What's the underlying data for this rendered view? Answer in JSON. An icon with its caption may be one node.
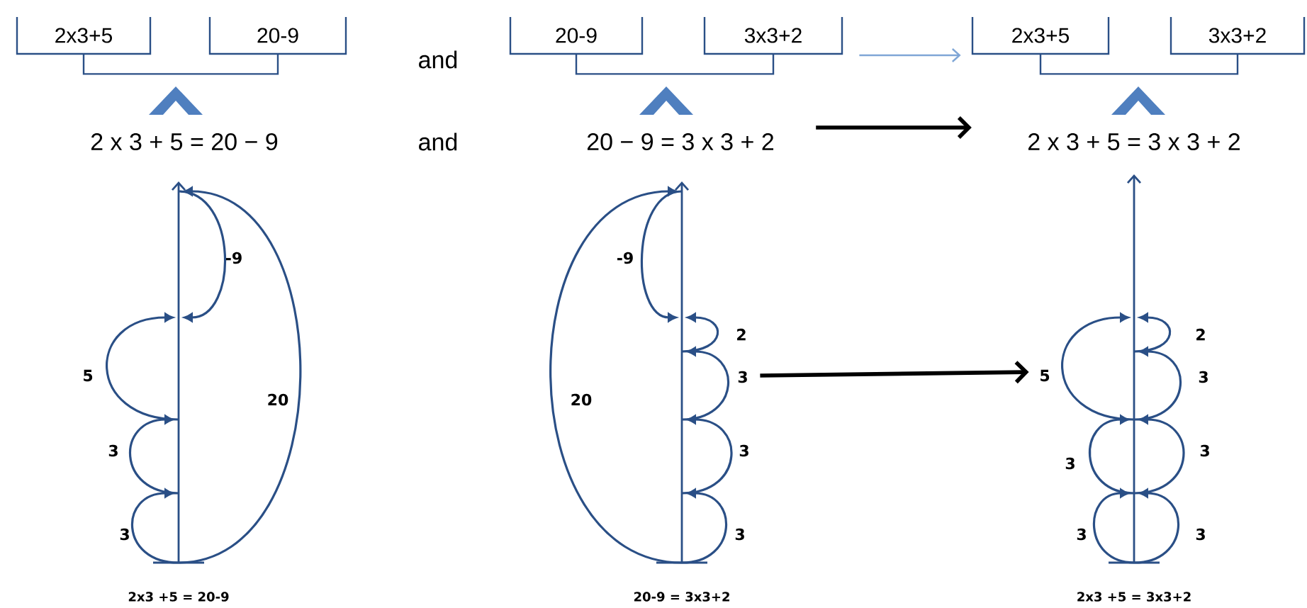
{
  "diagram": {
    "nodes": [
      {
        "text": [
          "2x3+5"
        ]
      },
      {
        "text": [
          "20-9"
        ]
      },
      {
        "text": [
          "20-9"
        ]
      },
      {
        "text": [
          "3x3+2"
        ]
      },
      {
        "text": [
          "2x3+5"
        ]
      },
      {
        "text": [
          "3x3+2"
        ]
      },
      {
        "text": [
          "2 x 3 + 5 = 20 − 9"
        ]
      },
      {
        "text": [
          "20 − 9 = 3 x 3 + 2"
        ]
      },
      {
        "text": [
          "2 x 3 + 5 = 3 x 3 + 2"
        ]
      },
      {
        "text": [
          "-9",
          "5",
          "20",
          "3",
          "3"
        ],
        "beside": [
          "2x3 +5 = 20-9"
        ]
      },
      {
        "text": [
          "-9",
          "2",
          "20",
          "3",
          "3",
          "3"
        ],
        "beside": [
          "20-9 = 3x3+2"
        ]
      },
      {
        "text": [
          "5",
          "2",
          "3",
          "3",
          "3",
          "3",
          "3"
        ],
        "beside": [
          "2x3 +5 = 3x3+2"
        ]
      }
    ],
    "edges": [
      {
        "from": 0,
        "to": 1,
        "arrow": "none"
      },
      {
        "from": 2,
        "to": 3,
        "arrow": "none"
      },
      {
        "from": 3,
        "to": 4,
        "arrow": "to",
        "color": "#7fa6d6"
      },
      {
        "from": 4,
        "to": 5,
        "arrow": "none"
      },
      {
        "from": 7,
        "to": 8,
        "arrow": "to",
        "style": "thick",
        "color": "#000000"
      },
      {
        "from": 10,
        "to": 11,
        "arrow": "to",
        "style": "thick",
        "color": "#000000"
      }
    ],
    "labels": [
      "and",
      "and"
    ]
  }
}
